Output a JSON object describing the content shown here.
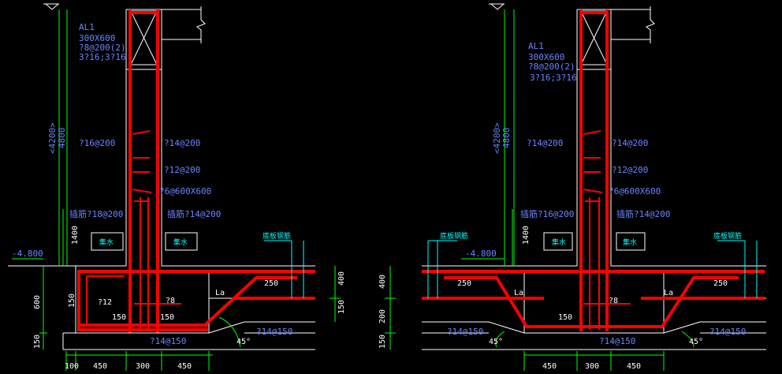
{
  "left": {
    "beam": {
      "name": "AL1",
      "size": "300X600",
      "stirrup": "?8@200(2)",
      "bars": "3?16;3?16"
    },
    "height_outer": "<4200>",
    "height_inner": "4800",
    "bar_left_wall": "?16@200",
    "bar_right_wall": "?14@200",
    "bar_mid": "?12@200",
    "bar_tie": "?6@600X600",
    "bar_left_low": "插筋?18@200",
    "bar_right_low": "插筋?14@200",
    "dim_1400": "1400",
    "level": "-4.800",
    "base_dim_600": "600",
    "base_dim_150": "150",
    "pit_label": "集水",
    "pit_bar": "?12",
    "pit_150": "150",
    "wall_bar": "?8",
    "label_150a": "150",
    "label_150b": "150",
    "la": "La",
    "dim_250": "250",
    "bottom_bar": "?14@150",
    "angle": "45°",
    "dim_400": "400",
    "dim_150r": "150",
    "beam_side": "底板钢筋",
    "bottom_dims": [
      "100",
      "450",
      "300",
      "450"
    ]
  },
  "right": {
    "beam": {
      "name": "AL1",
      "size": "300X600",
      "stirrup": "?8@200(2)",
      "bars": "3?16;3?16"
    },
    "height_outer": "<4200>",
    "height_inner": "4800",
    "bar_left_wall": "?14@200",
    "bar_right_wall": "?14@200",
    "bar_mid": "?12@200",
    "bar_tie": "?6@600X600",
    "bar_left_low": "插筋?16@200",
    "bar_right_low": "插筋?14@200",
    "dim_1400": "1400",
    "level": "-4.800",
    "dim_400": "400",
    "dim_200": "200",
    "dim_150": "150",
    "wall_bar": "?8",
    "label_150": "150",
    "la": "La",
    "dim_250a": "250",
    "dim_250b": "250",
    "bottom_bar_l": "?14@150",
    "bottom_bar_c": "?14@150",
    "bottom_bar_r": "?14@150",
    "angle_l": "45°",
    "angle_r": "45°",
    "beam_side_l": "底板钢筋",
    "beam_side_r": "底板钢筋",
    "bottom_dims": [
      "450",
      "300",
      "450"
    ]
  },
  "colors": {
    "background": "#000000",
    "rebar": "#ff0000",
    "dimension": "#00ff00",
    "text": "#6a86ff",
    "outline": "#ffffff"
  }
}
